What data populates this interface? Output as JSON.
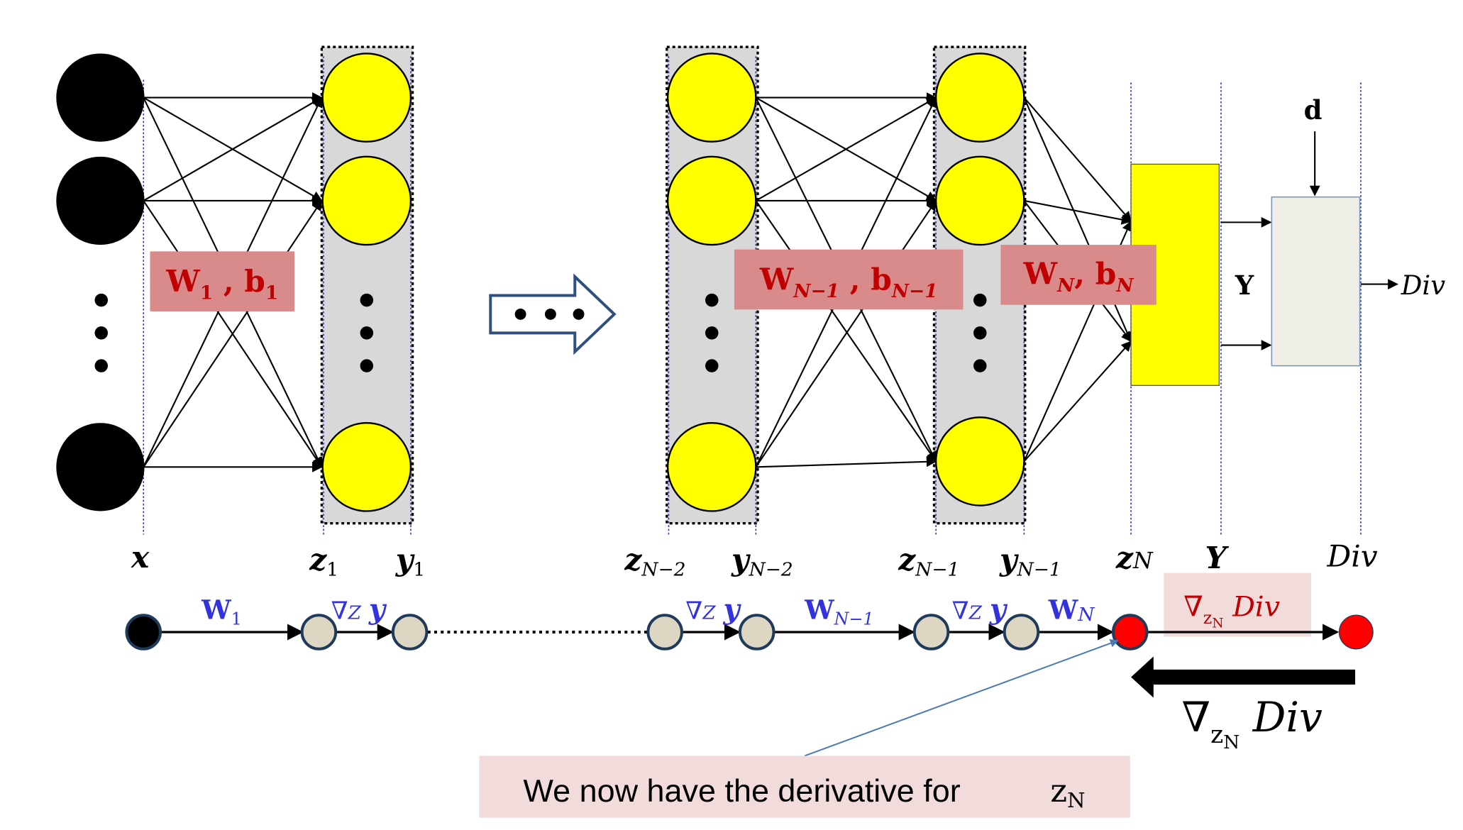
{
  "colors": {
    "input_node": "#000000",
    "hidden_node": "#ffff00",
    "layer_panel": "#d8d8d8",
    "label_box": "#d98a8a",
    "label_text": "#c00000",
    "graph_label": "#3333dd",
    "graph_node": "#ddd6c3",
    "graph_node_stroke": "#1f3a5a",
    "grad_node": "#ff0000",
    "note_box": "#f2dcdb",
    "guide_line": "#3333aa",
    "big_arrow": "#2f4f7f"
  },
  "weights": {
    "first": {
      "w": "W",
      "w_sub": "1",
      "b": "b",
      "b_sub": "1"
    },
    "second_last": {
      "w": "W",
      "w_sub": "N−1",
      "b": "b",
      "b_sub": "N−1"
    },
    "last": {
      "w": "W",
      "w_sub": "N",
      "b": "b",
      "b_sub": "N"
    }
  },
  "variables": {
    "x": "x",
    "z1": {
      "base": "z",
      "sub": "1"
    },
    "y1": {
      "base": "y",
      "sub": "1"
    },
    "zN2": {
      "base": "z",
      "sub": "N−2"
    },
    "yN2": {
      "base": "y",
      "sub": "N−2"
    },
    "zN1": {
      "base": "z",
      "sub": "N−1"
    },
    "yN1": {
      "base": "y",
      "sub": "N−1"
    },
    "zN": {
      "base": "z",
      "sub": "N"
    },
    "Y": "Y",
    "Div": "Div"
  },
  "block": {
    "target": "d",
    "output_Y": "Y",
    "div_out": "Div"
  },
  "graph_labels": {
    "w1": {
      "base": "W",
      "sub": "1"
    },
    "grad_zy": {
      "nabla": "∇",
      "z": "Z",
      "y": "y"
    },
    "wN1": {
      "base": "W",
      "sub": "N−1"
    },
    "wN": {
      "base": "W",
      "sub": "N"
    },
    "grad_div": {
      "nabla": "∇",
      "sub": "z",
      "subsub": "N",
      "div": "Div"
    }
  },
  "big_grad": {
    "nabla": "∇",
    "sub": "z",
    "subsub": "N",
    "div": "Div"
  },
  "note": {
    "text": "We now have the derivative for",
    "var": "z",
    "var_sub": "N"
  }
}
